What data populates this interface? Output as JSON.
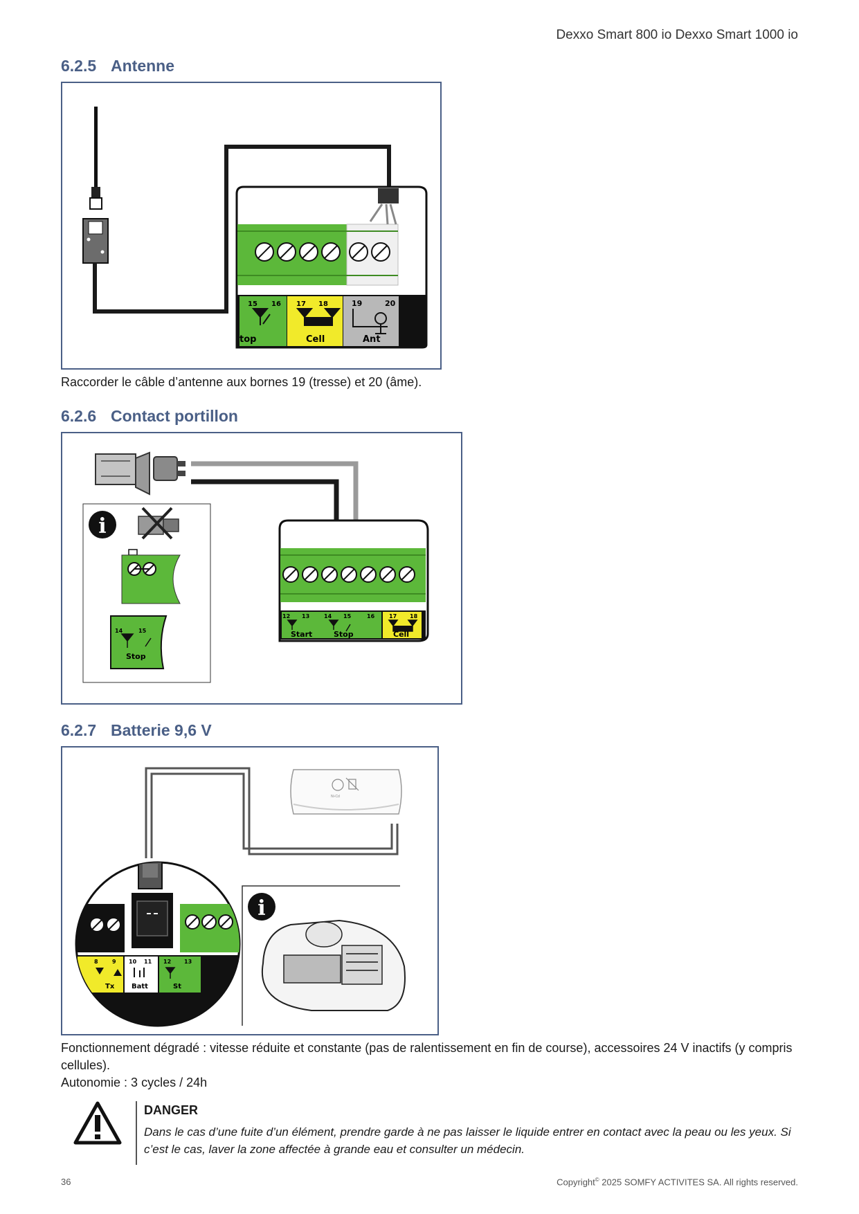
{
  "header": {
    "product": "Dexxo Smart 800 io Dexxo Smart 1000 io"
  },
  "sections": {
    "antenne": {
      "number": "6.2.5",
      "title": "Antenne",
      "terminals": {
        "n15": "15",
        "n16": "16",
        "n17": "17",
        "n18": "18",
        "n19": "19",
        "n20": "20"
      },
      "labels": {
        "stop": "top",
        "cell": "Cell",
        "ant": "Ant"
      },
      "caption": "Raccorder le câble d’antenne aux bornes 19 (tresse) et 20 (âme)."
    },
    "portillon": {
      "number": "6.2.6",
      "title": "Contact portillon",
      "terminals": {
        "n12": "12",
        "n13": "13",
        "n14": "14",
        "n15": "15",
        "n16": "16",
        "n17": "17",
        "n18": "18"
      },
      "labels": {
        "start": "Start",
        "stop": "Stop",
        "cell": "Cell"
      },
      "inset": {
        "n14": "14",
        "n15": "15",
        "stop": "Stop",
        "info": "i"
      }
    },
    "batterie": {
      "number": "6.2.7",
      "title": "Batterie 9,6 V",
      "terminals": {
        "n8": "8",
        "n9": "9",
        "n10": "10",
        "n11": "11",
        "n12": "12",
        "n13": "13"
      },
      "labels": {
        "tx": "Tx",
        "batt": "Batt",
        "st": "St"
      },
      "battery_marking": "Ni-Cd",
      "info": "i",
      "text_1": "Fonctionnement dégradé : vitesse réduite et constante (pas de ralentissement en fin de course), accessoires 24 V inactifs (y compris cellules).",
      "text_2": "Autonomie : 3 cycles / 24h"
    }
  },
  "danger": {
    "title": "DANGER",
    "text": "Dans le cas d’une fuite d’un élément, prendre garde à ne pas laisser le liquide entrer en contact avec la peau ou les yeux. Si c’est le cas, laver la zone affectée à grande eau et consulter un médecin."
  },
  "footer": {
    "page": "36",
    "copyright_prefix": "Copyright",
    "copyright_symbol": "©",
    "copyright_suffix": " 2025 SOMFY ACTIVITES SA. All rights reserved."
  },
  "colors": {
    "heading": "#4a5f86",
    "terminal_green": "#5cb83a",
    "terminal_yellow": "#f1ea2a",
    "terminal_grey": "#b8b8b8"
  }
}
